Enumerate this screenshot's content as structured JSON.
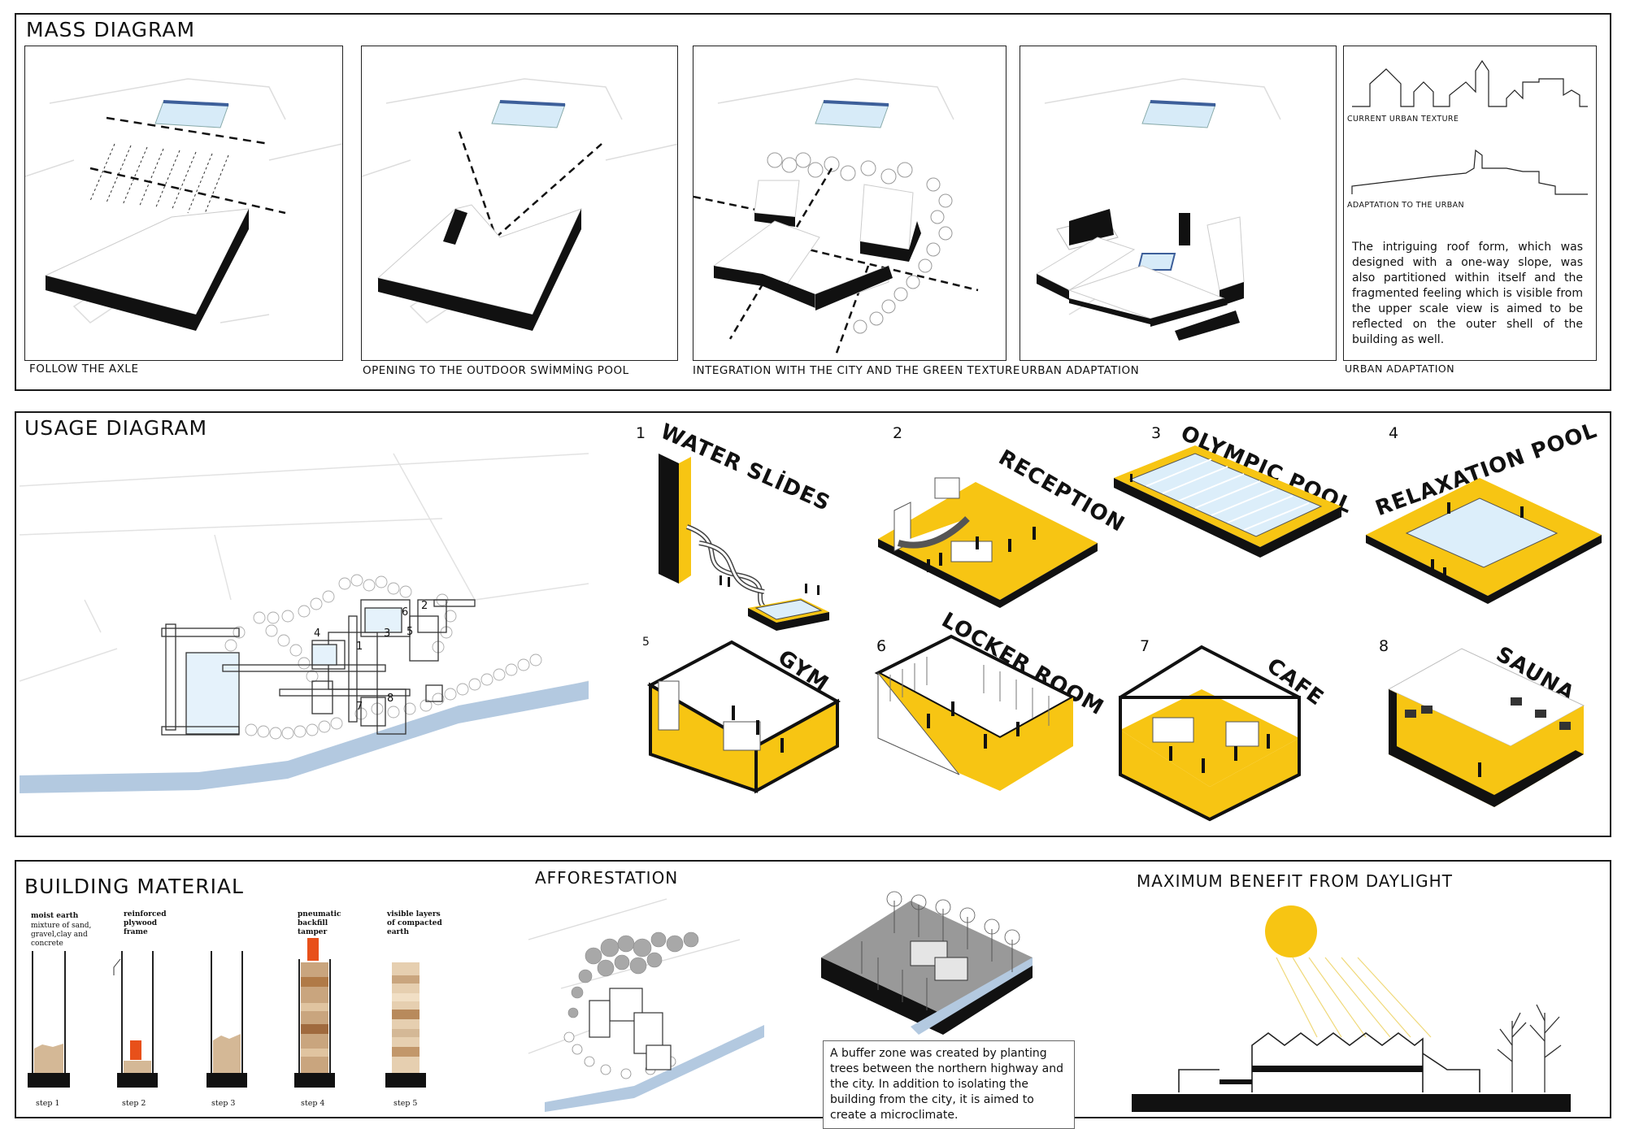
{
  "mass": {
    "title": "MASS DIAGRAM",
    "captions": [
      "FOLLOW THE AXLE",
      "OPENING TO THE OUTDOOR SWİMMİNG POOL",
      "INTEGRATION WITH THE CITY AND THE GREEN TEXTURE",
      "URBAN ADAPTATION",
      "URBAN ADAPTATION"
    ],
    "skyline_labels": [
      "CURRENT URBAN TEXTURE",
      "ADAPTATION TO THE URBAN"
    ],
    "description": "The intriguing roof form, which was designed with a one-way slope, was also partitioned within itself and the fragmented feeling which is visible from the upper scale view is aimed to be reflected on the outer shell of the building as well."
  },
  "usage": {
    "title": "USAGE DIAGRAM",
    "plan_numbers": [
      "1",
      "2",
      "3",
      "4",
      "5",
      "6",
      "7",
      "8"
    ],
    "spaces": [
      {
        "num": "1",
        "name": "WATER SLİDES"
      },
      {
        "num": "2",
        "name": "RECEPTION"
      },
      {
        "num": "3",
        "name": "OLYMPIC POOL"
      },
      {
        "num": "4",
        "name": "RELAXATION POOL"
      },
      {
        "num": "5",
        "name": "GYM"
      },
      {
        "num": "6",
        "name": "LOCKER ROOM"
      },
      {
        "num": "7",
        "name": "CAFE"
      },
      {
        "num": "8",
        "name": "SAUNA"
      }
    ]
  },
  "material": {
    "title": "BUILDING MATERIAL",
    "steps": [
      {
        "label": "moist earth",
        "sub": "mixture of sand, gravel,clay and concrete",
        "step": "step 1"
      },
      {
        "label": "reinforced plywood frame",
        "sub": "",
        "step": "step 2"
      },
      {
        "label": "",
        "sub": "",
        "step": "step 3"
      },
      {
        "label": "pneumatic backfill tamper",
        "sub": "",
        "step": "step 4"
      },
      {
        "label": "visible layers of compacted earth",
        "sub": "",
        "step": "step 5"
      }
    ]
  },
  "afforestation": {
    "title": "AFFORESTATION",
    "note": "A buffer zone was created by planting trees between the northern highway and the city. In addition to isolating the building from the city, it is aimed to create a microclimate."
  },
  "daylight": {
    "title": "MAXIMUM BENEFIT FROM DAYLIGHT"
  },
  "colors": {
    "accent_yellow": "#f7c513",
    "water_blue": "#dceefa",
    "canal_blue": "#b3c9e0",
    "earth_orange": "#e8501a",
    "earth_tan": "#d4b896"
  }
}
